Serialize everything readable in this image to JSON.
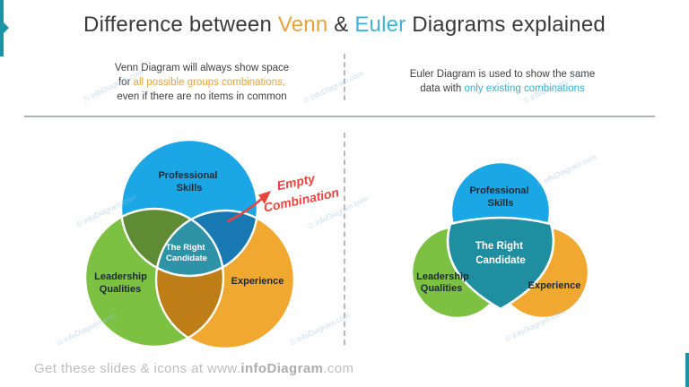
{
  "title": {
    "part1": "Difference between ",
    "part2": "Venn",
    "part3": " & ",
    "part4": "Euler",
    "part5": " Diagrams explained"
  },
  "left_note": {
    "line1": "Venn Diagram will always show space",
    "line2_prefix": "for ",
    "line2_highlight": "all possible groups combinations,",
    "line3": "even if there are no items in common"
  },
  "right_note": {
    "line1": "Euler Diagram is used to show the same",
    "line2_prefix": "data with ",
    "line2_highlight": "only existing combinations"
  },
  "venn_diagram": {
    "top_circle": {
      "label_line1": "Professional",
      "label_line2": "Skills",
      "color": "#1BA6E6"
    },
    "left_circle": {
      "label_line1": "Leadership",
      "label_line2": "Qualities",
      "color": "#7CC142"
    },
    "right_circle": {
      "label": "Experience",
      "color": "#F0A830"
    },
    "overlaps": {
      "blue_green": "#5E8B33",
      "blue_orange": "#1879B2",
      "green_orange": "#BE7D16"
    },
    "center": {
      "label_line1": "The Right",
      "label_line2": "Candidate",
      "color": "#2E93A7"
    },
    "annotation": {
      "line1": "Empty",
      "line2": "Combination",
      "color": "#E8453C"
    }
  },
  "euler_diagram": {
    "top_circle": {
      "label_line1": "Professional",
      "label_line2": "Skills",
      "color": "#1BA6E6"
    },
    "left_circle": {
      "label_line1": "Leadership",
      "label_line2": "Qualities",
      "color": "#7CC142"
    },
    "right_circle": {
      "label": "Experience",
      "color": "#F0A830"
    },
    "center": {
      "label_line1": "The Right",
      "label_line2": "Candidate",
      "color": "#1F8EA0"
    }
  },
  "watermark": {
    "text": "© infoDiagram.com"
  },
  "footer": {
    "prefix": "Get these slides & icons at www.",
    "brand": "infoDiagram",
    "suffix": ".com"
  },
  "accent_color": "#1B93A5"
}
